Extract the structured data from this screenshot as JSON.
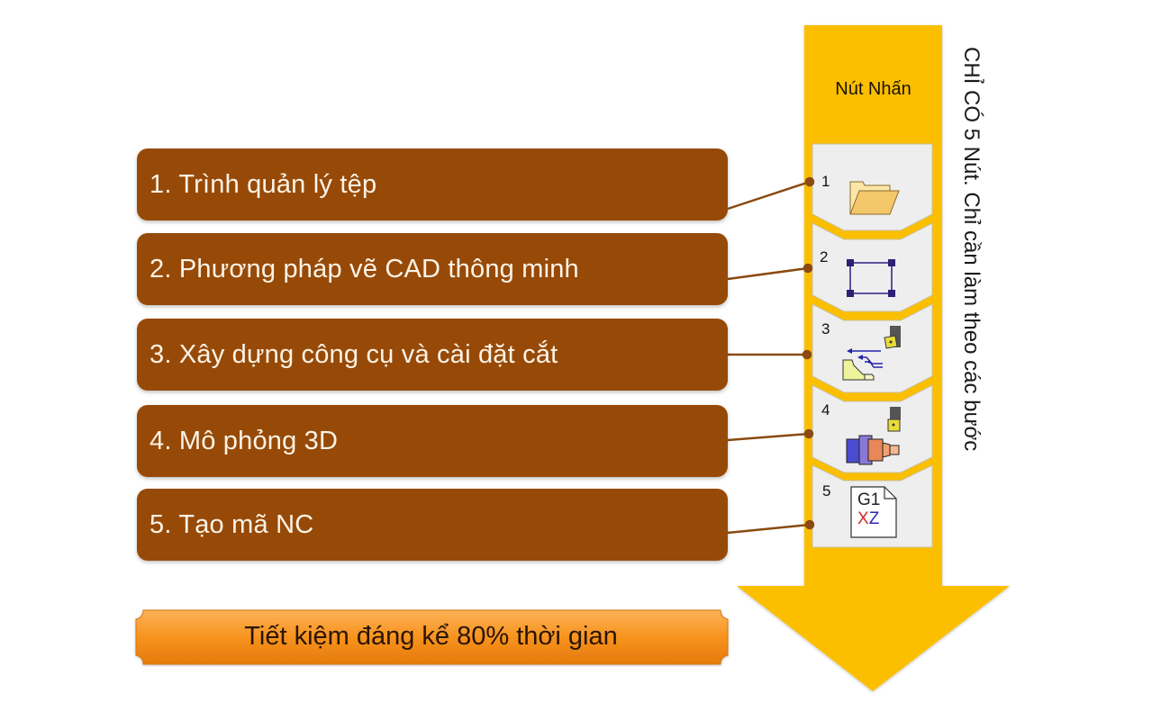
{
  "diagram": {
    "panel_title": "Nút Nhấn",
    "side_note": "CHỈ CÓ 5 Nút. Chỉ cần làm theo các bước",
    "steps": [
      {
        "label": "1. Trình quản lý tệp",
        "button_number": "1",
        "icon": "folder-icon"
      },
      {
        "label": "2. Phương pháp vẽ CAD thông minh",
        "button_number": "2",
        "icon": "cad-rectangle-icon"
      },
      {
        "label": "3. Xây dựng công cụ và cài đặt cắt",
        "button_number": "3",
        "icon": "tool-cutting-setup-icon"
      },
      {
        "label": "4. Mô phỏng 3D",
        "button_number": "4",
        "icon": "3d-simulation-icon"
      },
      {
        "label": "5. Tạo mã NC",
        "button_number": "5",
        "icon": "nc-code-file-icon"
      }
    ],
    "nc_icon_text": {
      "line1": "G1",
      "line2_x": "X",
      "line2_z": "Z"
    },
    "savings_banner": "Tiết kiệm đáng kể 80% thời gian",
    "colors": {
      "step_box": "#974a08",
      "arrow": "#fbbf06",
      "button_panel": "#eeeeee",
      "connector": "#8a4a10",
      "banner_orange": "#f7931e"
    }
  }
}
